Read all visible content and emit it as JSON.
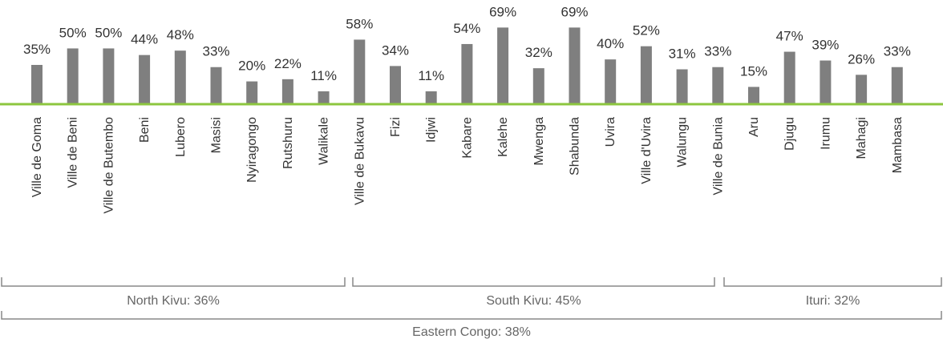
{
  "chart_data": {
    "type": "bar",
    "categories": [
      "Ville de Goma",
      "Ville de Beni",
      "Ville de Butembo",
      "Beni",
      "Lubero",
      "Masisi",
      "Nyiragongo",
      "Rutshuru",
      "Walikale",
      "Ville de Bukavu",
      "Fizi",
      "Idjwi",
      "Kabare",
      "Kalehe",
      "Mwenga",
      "Shabunda",
      "Uvira",
      "Ville d'Uvira",
      "Walungu",
      "Ville de Bunia",
      "Aru",
      "Djugu",
      "Irumu",
      "Mahagi",
      "Mambasa"
    ],
    "values": [
      35,
      50,
      50,
      44,
      48,
      33,
      20,
      22,
      11,
      58,
      34,
      11,
      54,
      69,
      32,
      69,
      40,
      52,
      31,
      33,
      15,
      47,
      39,
      26,
      33
    ],
    "value_labels": [
      "35%",
      "50%",
      "50%",
      "44%",
      "48%",
      "33%",
      "20%",
      "22%",
      "11%",
      "58%",
      "34%",
      "11%",
      "54%",
      "69%",
      "32%",
      "69%",
      "40%",
      "52%",
      "31%",
      "33%",
      "15%",
      "47%",
      "39%",
      "26%",
      "33%"
    ],
    "ylim": [
      0,
      70
    ],
    "grid": false,
    "bar_color": "#7f7f7f",
    "baseline_color": "#8cc63f",
    "groups": [
      {
        "label": "North Kivu: 36%",
        "start": 0,
        "end": 8
      },
      {
        "label": "South Kivu: 45%",
        "start": 9,
        "end": 18
      },
      {
        "label": "Ituri: 32%",
        "start": 19,
        "end": 24
      }
    ],
    "overall": {
      "label": "Eastern Congo: 38%"
    }
  }
}
